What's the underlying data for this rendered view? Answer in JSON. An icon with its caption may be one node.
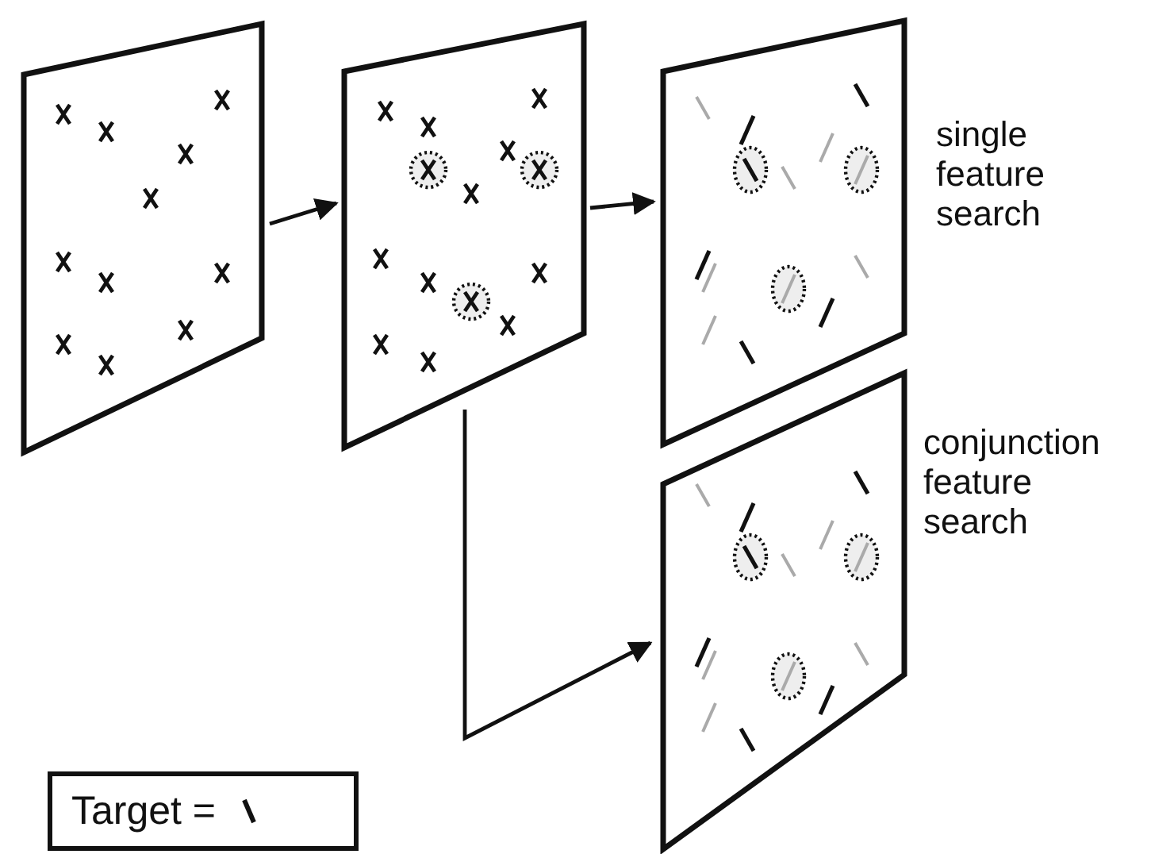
{
  "diagram": {
    "nodes": [
      {
        "text": [],
        "shape": "picture"
      },
      {
        "text": [],
        "shape": "picture"
      },
      {
        "text": [],
        "shape": "picture",
        "beside": [
          "single feature search"
        ]
      },
      {
        "text": [],
        "shape": "picture",
        "beside": [
          "conjunction feature search"
        ]
      },
      {
        "text": [
          "Target ="
        ]
      }
    ],
    "edges": [
      {
        "from": 0,
        "to": 1,
        "arrow": "to"
      },
      {
        "from": 1,
        "to": 2,
        "arrow": "to"
      },
      {
        "from": 1,
        "to": 3,
        "arrow": "to"
      }
    ]
  }
}
